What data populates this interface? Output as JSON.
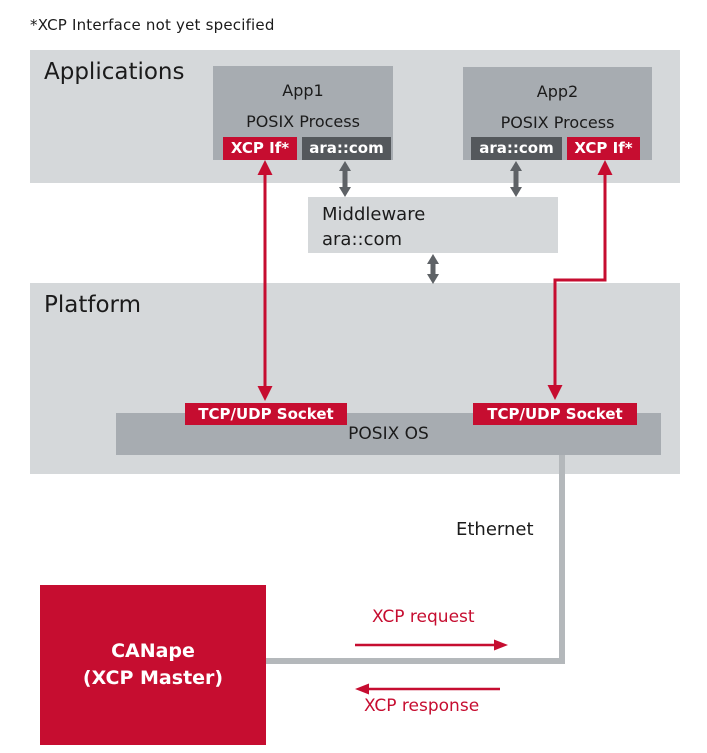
{
  "colors": {
    "accent_red": "#c60d30",
    "box_light": "#d5d8da",
    "box_mid": "#a7acb1",
    "tag_dark": "#54585c",
    "arrow_gray": "#5e6266",
    "ethernet_gray": "#b4b8bb",
    "text_dark": "#1b1b1b"
  },
  "caption": "*XCP Interface not yet specified",
  "applications": {
    "label": "Applications",
    "app1": {
      "title": "App1",
      "subtitle": "POSIX Process",
      "tags": [
        {
          "label": "XCP If*",
          "style": "red"
        },
        {
          "label": "ara::com",
          "style": "dark"
        }
      ]
    },
    "app2": {
      "title": "App2",
      "subtitle": "POSIX Process",
      "tags": [
        {
          "label": "ara::com",
          "style": "dark"
        },
        {
          "label": "XCP If*",
          "style": "red"
        }
      ]
    }
  },
  "middleware": {
    "line1": "Middleware",
    "line2": "ara::com"
  },
  "platform": {
    "label": "Platform",
    "os_label": "POSIX OS",
    "socket_left": "TCP/UDP Socket",
    "socket_right": "TCP/UDP Socket"
  },
  "ethernet_label": "Ethernet",
  "canape": {
    "line1": "CANape",
    "line2": "(XCP Master)"
  },
  "xcp_request_label": "XCP request",
  "xcp_response_label": "XCP response"
}
